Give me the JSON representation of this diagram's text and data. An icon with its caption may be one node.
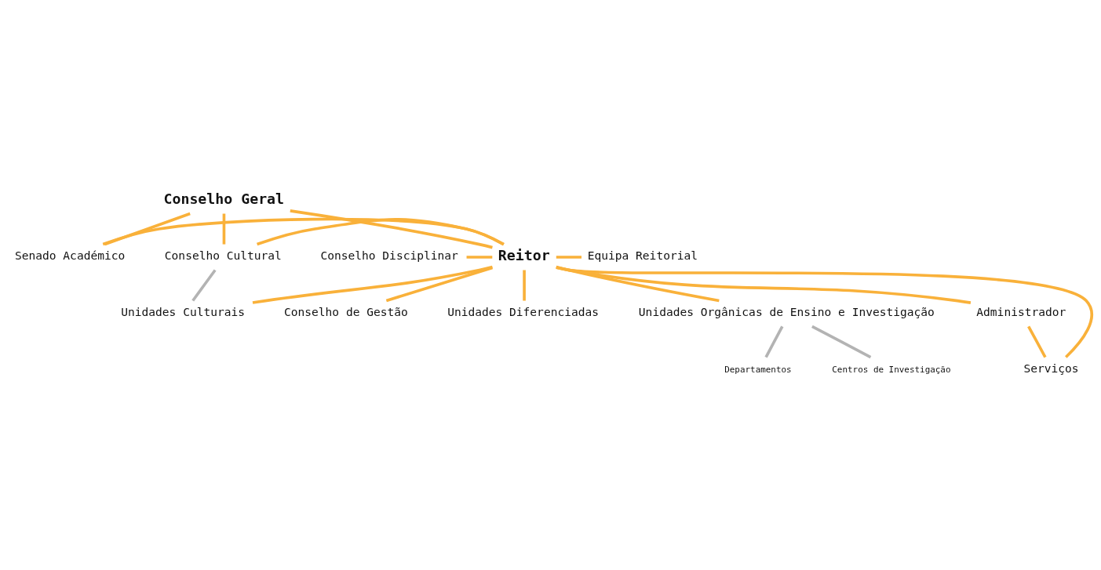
{
  "diagram": {
    "nodes": [
      {
        "text": [
          "Conselho Geral"
        ]
      },
      {
        "text": [
          "Conselho Disciplinar"
        ]
      },
      {
        "text": [
          "Senado Académico"
        ]
      },
      {
        "text": [
          "Conselho Cultural"
        ]
      },
      {
        "text": [
          "Reitor"
        ]
      },
      {
        "text": [
          "Equipa Reitorial"
        ]
      },
      {
        "text": [
          "Conselho de Gestão"
        ]
      },
      {
        "text": [
          "Unidades Culturais"
        ]
      },
      {
        "text": [
          "Unidades Diferenciadas"
        ]
      },
      {
        "text": [
          "Unidades Orgânicas de Ensino e Investigação"
        ]
      },
      {
        "text": [
          "Administrador"
        ]
      },
      {
        "text": [
          "Serviços"
        ]
      },
      {
        "text": [
          "Departamentos"
        ]
      },
      {
        "text": [
          "Centros de Investigação"
        ]
      }
    ],
    "edges": [
      {
        "from": 0,
        "to": 2,
        "arrow": "none"
      },
      {
        "from": 0,
        "to": 3,
        "arrow": "none"
      },
      {
        "from": 0,
        "to": 4,
        "arrow": "none"
      },
      {
        "from": 1,
        "to": 4,
        "arrow": "none"
      },
      {
        "from": 2,
        "to": 4,
        "arrow": "none"
      },
      {
        "from": 3,
        "to": 4,
        "arrow": "none"
      },
      {
        "from": 4,
        "to": 5,
        "arrow": "none"
      },
      {
        "from": 4,
        "to": 6,
        "arrow": "none"
      },
      {
        "from": 4,
        "to": 7,
        "arrow": "none"
      },
      {
        "from": 4,
        "to": 8,
        "arrow": "none"
      },
      {
        "from": 4,
        "to": 9,
        "arrow": "none"
      },
      {
        "from": 4,
        "to": 10,
        "arrow": "none"
      },
      {
        "from": 4,
        "to": 11,
        "arrow": "none"
      },
      {
        "from": 10,
        "to": 11,
        "arrow": "none"
      },
      {
        "from": 3,
        "to": 7,
        "arrow": "none",
        "color": "#b3b3b3"
      },
      {
        "from": 9,
        "to": 12,
        "arrow": "none",
        "color": "#b3b3b3"
      },
      {
        "from": 9,
        "to": 13,
        "arrow": "none",
        "color": "#b3b3b3"
      }
    ]
  }
}
